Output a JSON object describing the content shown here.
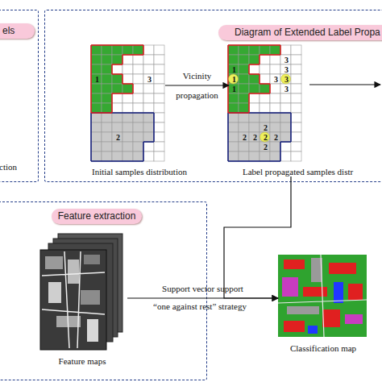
{
  "diagram": {
    "nodes": [
      {
        "text": [
          "els",
          "ction"
        ]
      },
      {
        "text": [
          "Diagram of Extended Label Propa"
        ]
      },
      {
        "text": [
          "1",
          "3",
          "2",
          "Initial samples distribution"
        ],
        "in": 1
      },
      {
        "text": [
          "3",
          "1",
          "3",
          "1",
          "3",
          "3",
          "1",
          "3",
          "2",
          "2",
          "2",
          "2",
          "2",
          "2",
          "Label propagated samples distr"
        ],
        "in": 1
      },
      {
        "text": [
          "Feature extraction"
        ]
      },
      {
        "text": [
          "Feature maps"
        ],
        "in": 4
      },
      {
        "text": [
          "Classification map"
        ]
      }
    ],
    "edges": [
      {
        "from": 2,
        "to": 3,
        "label": "Vicinity propagation",
        "arrow": "to"
      },
      {
        "from": 3,
        "to": 6,
        "arrow": "to"
      },
      {
        "from": 5,
        "to": 6,
        "label": "Support vector support",
        "arrow": "to"
      }
    ],
    "labels": [
      "“one against rest” strategy"
    ]
  }
}
